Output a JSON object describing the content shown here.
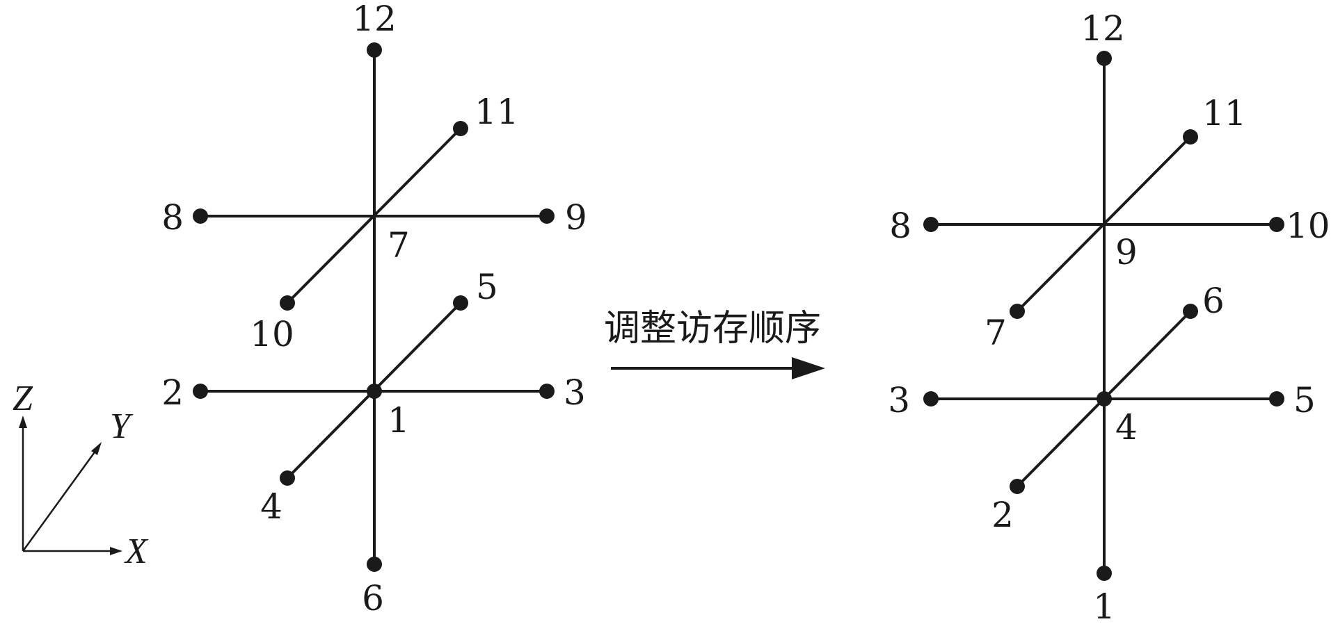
{
  "axes": {
    "x_label": "X",
    "y_label": "Y",
    "z_label": "Z"
  },
  "transition": {
    "label": "调整访存顺序"
  },
  "left_stencil": {
    "center_lower": "1",
    "lower_left": "2",
    "lower_right": "3",
    "lower_front": "4",
    "lower_back": "5",
    "bottom": "6",
    "center_upper": "7",
    "upper_left": "8",
    "upper_right": "9",
    "upper_front": "10",
    "upper_back": "11",
    "top": "12"
  },
  "right_stencil": {
    "bottom": "1",
    "lower_front": "2",
    "lower_left": "3",
    "center_lower": "4",
    "lower_right": "5",
    "lower_back": "6",
    "upper_front": "7",
    "upper_left": "8",
    "center_upper": "9",
    "upper_right": "10",
    "upper_back": "11",
    "top": "12"
  },
  "colors": {
    "ink": "#1a1a1a",
    "background": "#ffffff"
  }
}
